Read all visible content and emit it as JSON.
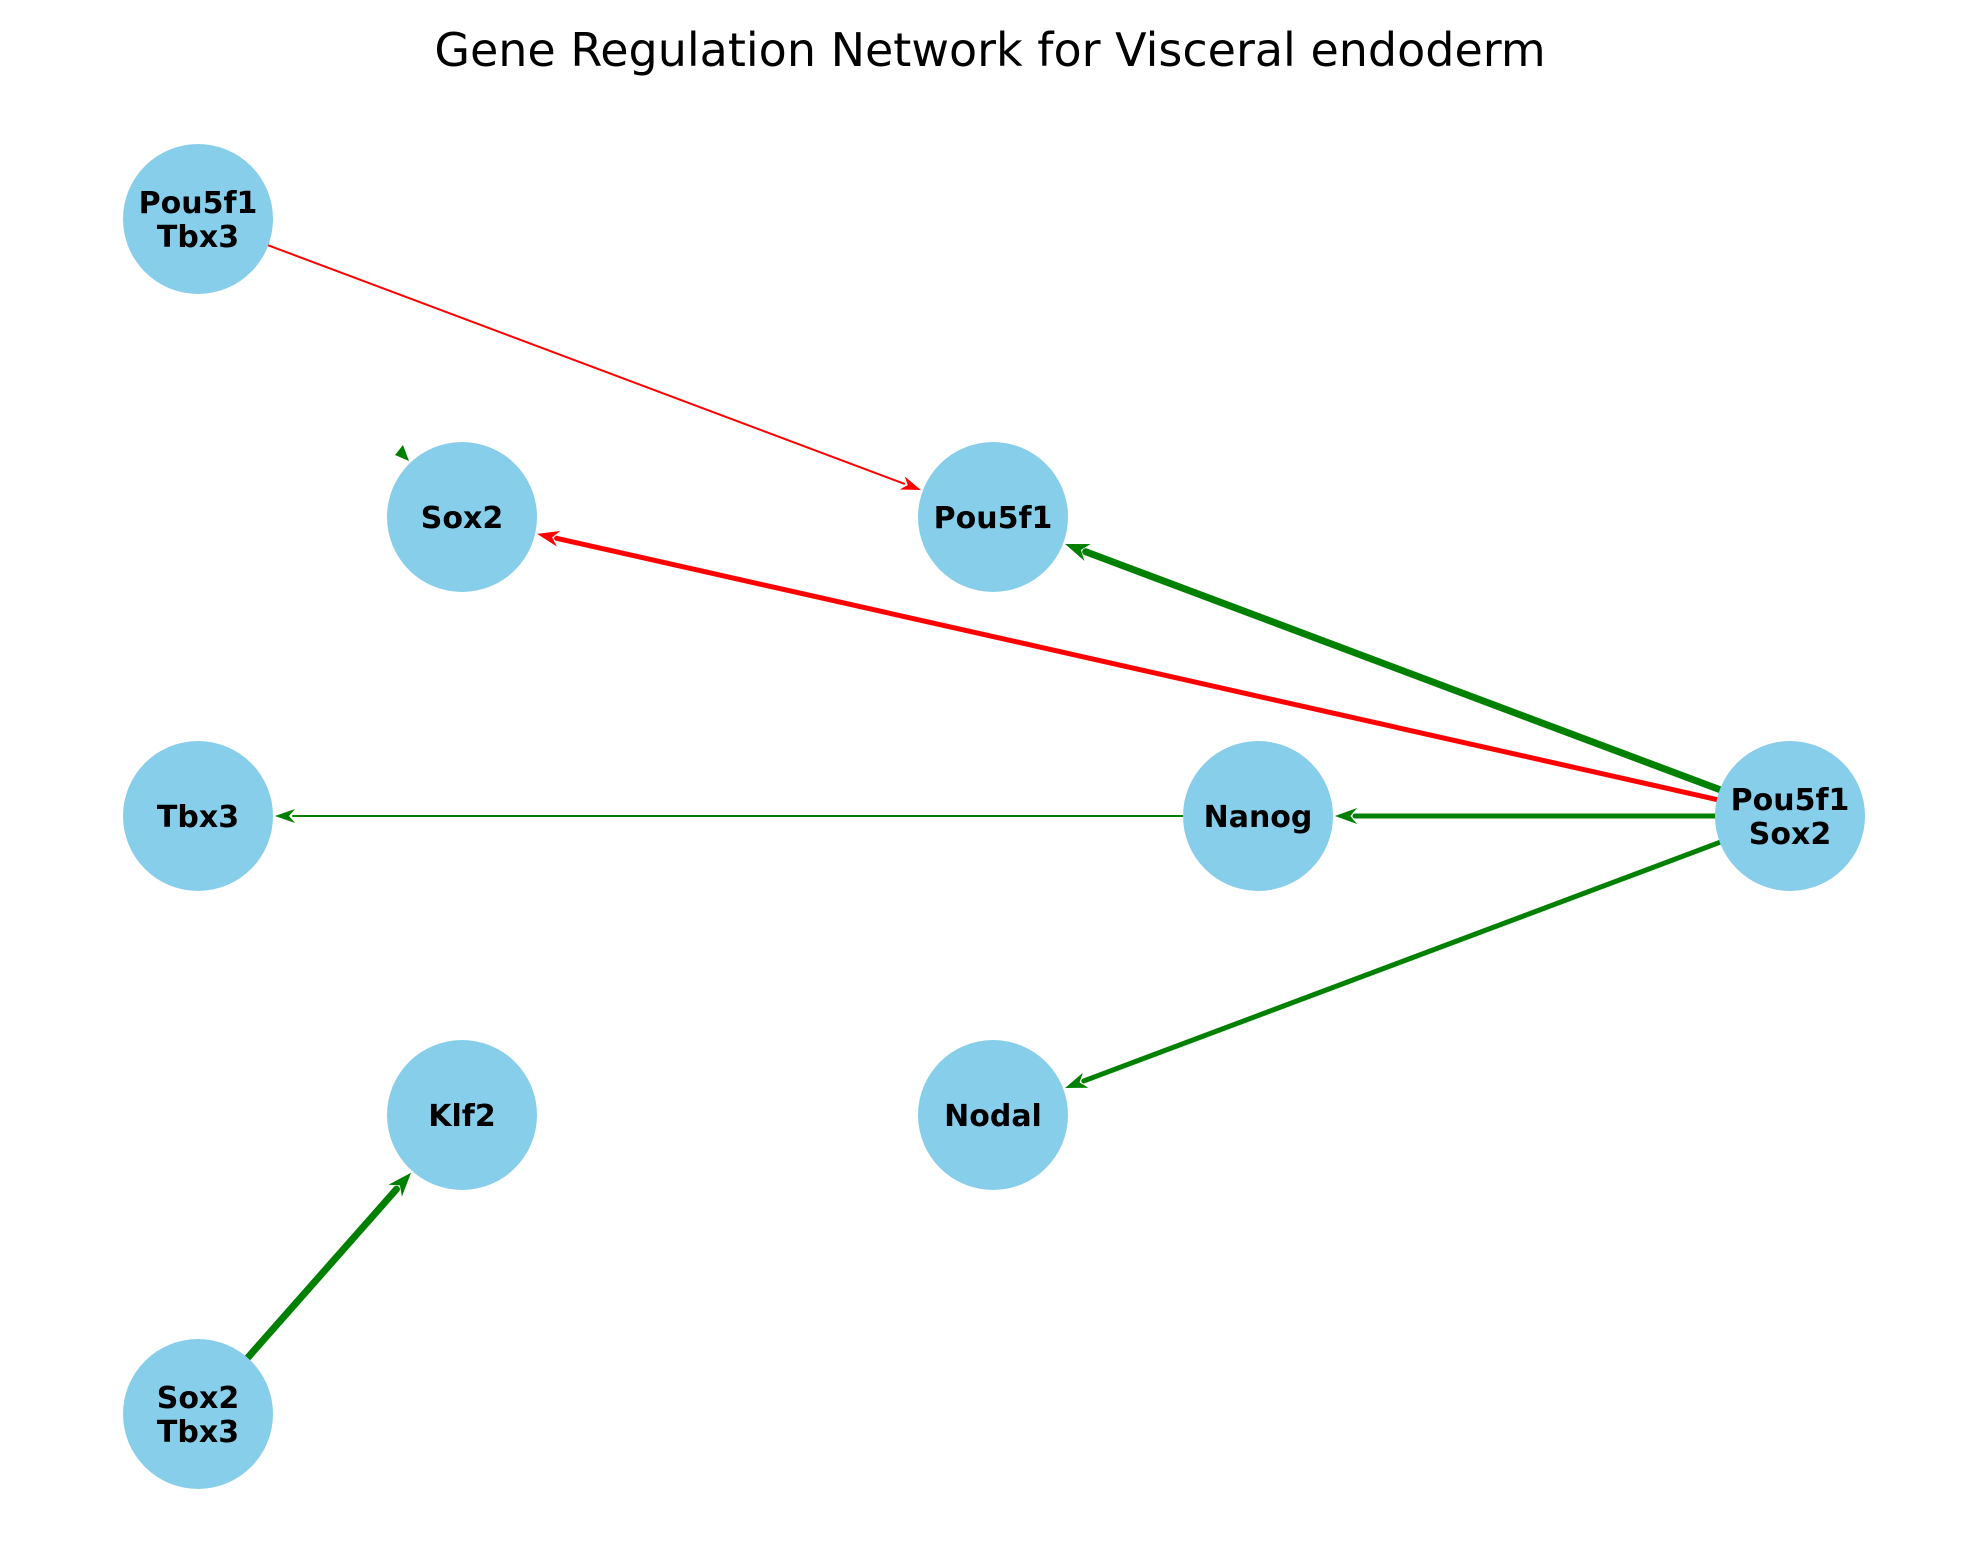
{
  "title": "Gene Regulation Network for Visceral endoderm",
  "colors": {
    "node_fill": "#87CEEB",
    "activation": "#008000",
    "repression": "#FF0000",
    "label": "#000000"
  },
  "nodes": [
    {
      "id": "pou5f1_tbx3",
      "label_lines": [
        "Pou5f1",
        "Tbx3"
      ]
    },
    {
      "id": "sox2",
      "label_lines": [
        "Sox2"
      ]
    },
    {
      "id": "pou5f1",
      "label_lines": [
        "Pou5f1"
      ]
    },
    {
      "id": "tbx3",
      "label_lines": [
        "Tbx3"
      ]
    },
    {
      "id": "nanog",
      "label_lines": [
        "Nanog"
      ]
    },
    {
      "id": "pou5f1_sox2",
      "label_lines": [
        "Pou5f1",
        "Sox2"
      ]
    },
    {
      "id": "klf2",
      "label_lines": [
        "Klf2"
      ]
    },
    {
      "id": "nodal",
      "label_lines": [
        "Nodal"
      ]
    },
    {
      "id": "sox2_tbx3",
      "label_lines": [
        "Sox2",
        "Tbx3"
      ]
    }
  ],
  "edges": [
    {
      "source": "pou5f1_tbx3",
      "target": "pou5f1",
      "type": "repression",
      "weight": "thin"
    },
    {
      "source": "pou5f1_sox2",
      "target": "sox2",
      "type": "repression",
      "weight": "medium"
    },
    {
      "source": "pou5f1_sox2",
      "target": "pou5f1",
      "type": "activation",
      "weight": "thick"
    },
    {
      "source": "pou5f1_sox2",
      "target": "nanog",
      "type": "activation",
      "weight": "medium"
    },
    {
      "source": "pou5f1_sox2",
      "target": "nodal",
      "type": "activation",
      "weight": "medium"
    },
    {
      "source": "nanog",
      "target": "tbx3",
      "type": "activation",
      "weight": "thin"
    },
    {
      "source": "sox2_tbx3",
      "target": "klf2",
      "type": "activation",
      "weight": "thick"
    },
    {
      "source": "sox2",
      "target": "sox2",
      "type": "activation",
      "weight": "self-loop"
    }
  ]
}
